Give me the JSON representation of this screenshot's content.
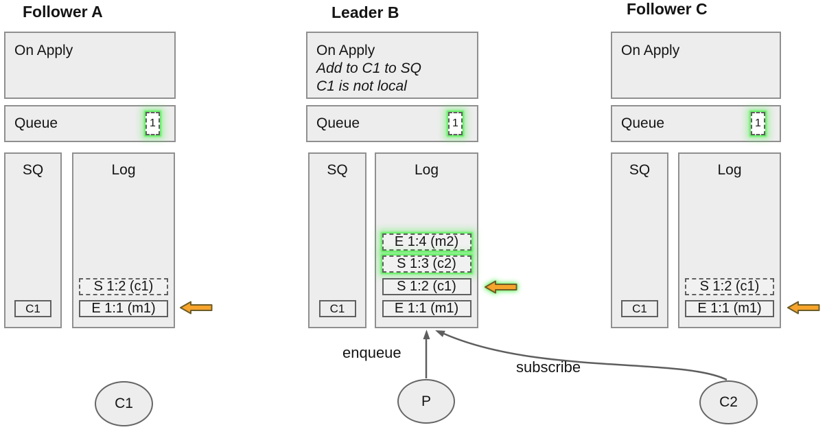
{
  "colors": {
    "panel_fill": "#ededed",
    "panel_border": "#8f8f8f",
    "entry_border": "#5f5f5f",
    "highlight_glow_green": "#58f058",
    "pointer_orange_fill": "#f6a42c",
    "pointer_outline": "#6d5c26",
    "connector_gray": "#5e5e5e",
    "badge_fill": "#ffffff"
  },
  "diagram": {
    "columns": [
      {
        "title": "Follower A",
        "on_apply": {
          "title": "On Apply"
        },
        "queue": {
          "label": "Queue",
          "count": "1"
        },
        "sq": {
          "label": "SQ",
          "item": "C1"
        },
        "log": {
          "label": "Log",
          "entries": [
            "S 1:2 (c1)",
            "E 1:1 (m1)"
          ]
        }
      },
      {
        "title": "Leader B",
        "on_apply": {
          "title": "On Apply",
          "note1": "Add to C1 to SQ",
          "note2": "C1 is not local"
        },
        "queue": {
          "label": "Queue",
          "count": "1"
        },
        "sq": {
          "label": "SQ",
          "item": "C1"
        },
        "log": {
          "label": "Log",
          "entries": [
            "E 1:4 (m2)",
            "S 1:3 (c2)",
            "S 1:2 (c1)",
            "E 1:1 (m1)"
          ]
        }
      },
      {
        "title": "Follower C",
        "on_apply": {
          "title": "On Apply"
        },
        "queue": {
          "label": "Queue",
          "count": "1"
        },
        "sq": {
          "label": "SQ",
          "item": "C1"
        },
        "log": {
          "label": "Log",
          "entries": [
            "S 1:2 (c1)",
            "E 1:1 (m1)"
          ]
        }
      }
    ],
    "actors": {
      "consumer1": "C1",
      "producer": "P",
      "consumer2": "C2"
    },
    "edges": {
      "enqueue": "enqueue",
      "subscribe": "subscribe"
    }
  }
}
